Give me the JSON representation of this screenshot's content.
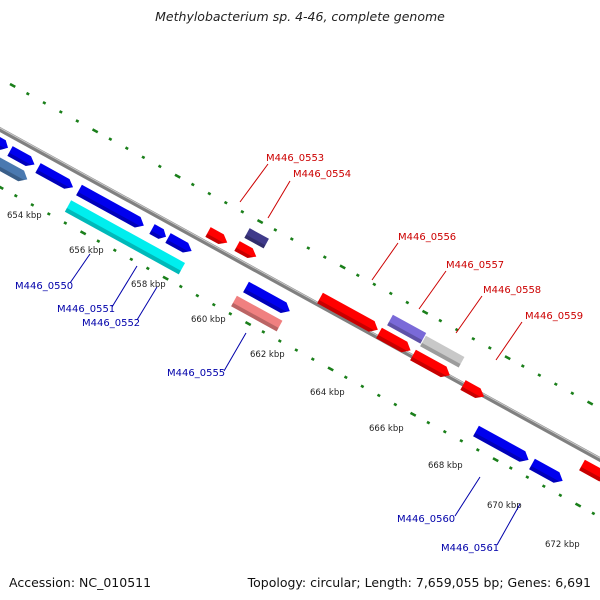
{
  "title": "Methylobacterium sp. 4-46, complete genome",
  "footer": {
    "accession": "Accession: NC_010511",
    "summary": "Topology: circular; Length: 7,659,055 bp; Genes: 6,691"
  },
  "colors": {
    "backbone": "#808080",
    "backbone_light": "#c8c8c8",
    "ruler": "#1a7f1a",
    "label_forward": "#cc0000",
    "label_reverse": "#0000aa",
    "gene_red": "#ff0000",
    "gene_blue": "#0000ee",
    "gene_cyan": "#00eeee",
    "gene_steel": "#4a79b0",
    "gene_navy": "#3f3a8a",
    "gene_violet": "#7a6ad8",
    "gene_pink": "#f08080",
    "gene_grey": "#c8c8c8"
  },
  "ruler": {
    "ticks": [
      {
        "label": "654 kbp"
      },
      {
        "label": "656 kbp"
      },
      {
        "label": "658 kbp"
      },
      {
        "label": "660 kbp"
      },
      {
        "label": "662 kbp"
      },
      {
        "label": "664 kbp"
      },
      {
        "label": "666 kbp"
      },
      {
        "label": "668 kbp"
      },
      {
        "label": "670 kbp"
      },
      {
        "label": "672 kbp"
      }
    ]
  },
  "genes": [
    {
      "label": "M446_0550",
      "color": "cyan"
    },
    {
      "label": "M446_0551",
      "color": "blue"
    },
    {
      "label": "M446_0552",
      "color": "blue"
    },
    {
      "label": "M446_0553",
      "color": "red"
    },
    {
      "label": "M446_0554",
      "color": "navy"
    },
    {
      "label": "M446_0555",
      "color": "blue"
    },
    {
      "label": "M446_0556",
      "color": "red"
    },
    {
      "label": "M446_0557",
      "color": "violet"
    },
    {
      "label": "M446_0558",
      "color": "grey"
    },
    {
      "label": "M446_0559",
      "color": "red"
    },
    {
      "label": "M446_0560",
      "color": "blue"
    },
    {
      "label": "M446_0561",
      "color": "blue"
    }
  ]
}
